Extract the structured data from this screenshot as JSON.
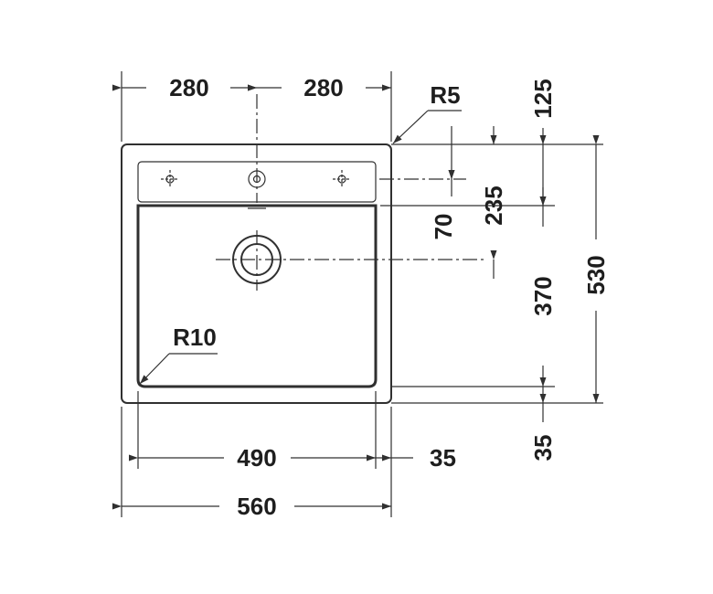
{
  "drawing": {
    "colors": {
      "line": "#303030",
      "text": "#1e1e1e",
      "background": "#ffffff"
    },
    "dimensions": {
      "top_left": "280",
      "top_right": "280",
      "corner_radius_outer": "R5",
      "corner_radius_inner": "R10",
      "bowl_width": "490",
      "rim_right": "35",
      "total_width": "560",
      "top_rim": "125",
      "tap_to_bowl": "235",
      "deck_depth": "70",
      "bowl_depth": "370",
      "total_depth": "530",
      "bottom_rim": "35"
    }
  }
}
